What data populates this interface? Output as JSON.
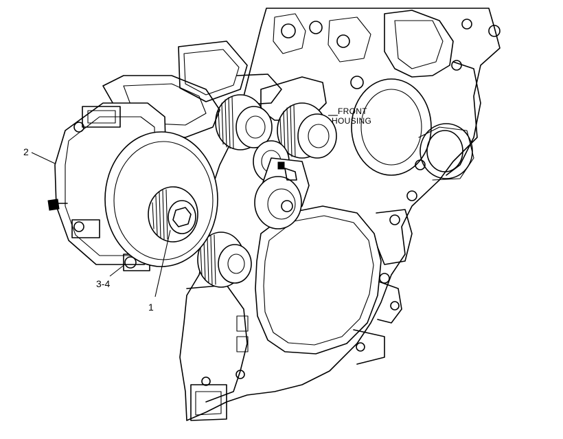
{
  "callouts": {
    "part_1": "1",
    "part_2": "2",
    "part_3_4": "3-4"
  },
  "labels": {
    "front_housing_line1": "FRONT",
    "front_housing_line2": "HOUSING"
  }
}
